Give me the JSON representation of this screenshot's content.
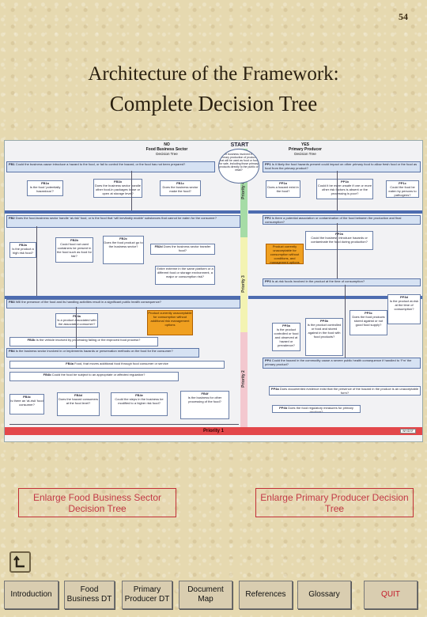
{
  "page_number": "54",
  "title_line1": "Architecture of the Framework:",
  "title_line2": "Complete Decision Tree",
  "diagram": {
    "left_header_no": "NO",
    "left_header_title": "Food Business Sector",
    "left_header_sub": "Decision Tree",
    "right_header_yes": "YES",
    "right_header_title": "Primary Producer",
    "right_header_sub": "Decision Tree",
    "start": "START",
    "start_question": "Is the business involved in the primary production of products that will be used as food or food for sale, including those primary products directly to the public or retail?",
    "fb1": "FB1",
    "fb1_q": "Could the business cause introduce a hazard to the food, or fail to control the hazard, or the food has not been prepared?",
    "pp1": "PP1",
    "pp1_q": "Is it likely the food hazards present could impact on other primary food to allow fresh food or the food as food from the primary product?",
    "fb1a": "FB1a",
    "fb1a_q": "Is the food ‘potentially hazardous’?",
    "fb1b": "FB1b",
    "fb1b_q": "Does the business sector handle other food-in packages loose or open at storage level?",
    "fb1c": "FB1c",
    "fb1c_q": "Does the business sector make the food?",
    "pp1a": "PP1a",
    "pp1a_q": "Does a hazard exist in the food?",
    "pp1b": "PP1b",
    "pp1b_q": "Could it be more unsafe if one or more other risk factors is absent or the processing is poor?",
    "pp1c": "PP1c",
    "pp1c_q": "Could the food be eaten by persons to pathogens?",
    "fb2": "FB2",
    "fb2_q": "Does the food-business sector handle ‘at-risk’ food, or is the food that ‘will inevitably enable’ substances that cannot be eaten for the consumer?",
    "pp2": "PP2",
    "pp2_q": "Is there a potential association or contamination of the food between the production and final consumption?",
    "fb2a": "FB2a",
    "fb2a_q": "Is the product a high risk food?",
    "fb2b": "FB2b",
    "fb2b_q": "Could food not used containers be present in the food such as food for fair?",
    "fb2c": "FB2c",
    "fb2c_q": "Does the food product go to the business sector?",
    "fb2d": "FB2d",
    "fb2d_q": "Does the business sector transfer food?",
    "pp2a": "PP2a",
    "pp2a_q": "Could the business introduce hazards or contaminate the food during production?",
    "pp2_tag": "Product currently unacceptable for consumption without conditions, and management options",
    "fb2_note": "Entire extreme in the same platform or a different food or storage environment, a major or consumption risk?",
    "fb3": "FB3",
    "fb3_q": "Will the presence of the food and its handling activities result in a significant public health consequence?",
    "pp3": "PP3",
    "pp3_q": "Is at-risk foods involved in the product at the time of consumption?",
    "fb3a": "FB3a",
    "fb3a_q": "Is a product associated with the associated consumer?",
    "fb3_tag": "Product currently unacceptable for consumption without additional risk management options",
    "fb3b": "FB3b",
    "fb3b_q": "Is the vehicle involved by processing failing or the improved food process?",
    "pp3a": "PP3a",
    "pp3a_q": "Is the product controlled or food and observed at hazard or prevalence?",
    "pp3b": "PP3b",
    "pp3b_q": "Is the product controlled or food and stored against in the food with food products?",
    "pp3c": "PP3c",
    "pp3c_q": "Does the food products stored against or not good food supply?",
    "pp3d": "PP3d",
    "pp3d_q": "Is the product at-risk at the time of consumption?",
    "fb4": "FB4",
    "fb4_q": "Is the business sector involved in or implements hazards or preservation methods on the food for the consumer?",
    "fb4a": "FB4a",
    "fb4a_q": "Food, that moves additional food through food consumer or service",
    "fb4b": "FB4b",
    "fb4b_q": "Could the food be subject to an appropriate or affected regulation?",
    "pp4": "PP4",
    "pp4_q": "Could the hazard in the commodity cause a severe public health consequence if handled to ‘Fm’ the primary product?",
    "fb4c": "FB4c",
    "fb4c_q": "Is there an ‘at-risk’ food consumer?",
    "fb4d": "FB4d",
    "fb4d_q": "Does the hazard consumers at the food level?",
    "fb4e": "FB4e",
    "fb4e_q": "Could the steps in the business be modified to a higher risk food?",
    "fb4f": "FB4f",
    "fb4f_q": "Is the business for other processing of the food?",
    "pp4a": "PP4a",
    "pp4a_q": "Does documented evidence exist that the presence of the hazard in the product is an unacceptable form?",
    "pp4b": "PP4b",
    "pp4b_q": "Does the food regulatory measures for primary produce?",
    "priority1": "Priority 1",
    "priority2": "Priority 2",
    "priority3": "Priority 3",
    "priority4": "Priority 4",
    "ref": "WH/DSF"
  },
  "buttons": {
    "enlarge_food": "Enlarge Food Business Sector Decision Tree",
    "enlarge_primary": "Enlarge Primary Producer Decision Tree",
    "introduction": "Introduction",
    "food_business_dt": "Food Business DT",
    "primary_producer_dt": "Primary Producer DT",
    "document_map": "Document Map",
    "references": "References",
    "glossary": "Glossary",
    "quit": "QUIT"
  },
  "colors": {
    "quit": "#c21a2a",
    "enlarge_border": "#c23038",
    "priority1": "#e3474a",
    "priority2": "#f3c8cf",
    "priority3": "#f3f3b2",
    "priority4": "#a6dca6"
  },
  "icons": {
    "home": "return-arrow-icon"
  }
}
